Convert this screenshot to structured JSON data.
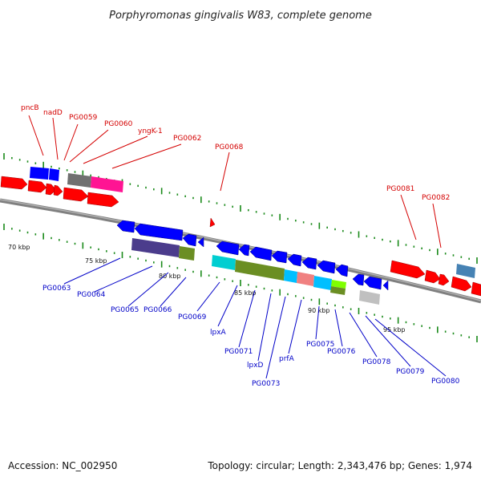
{
  "title": "Porphyromonas gingivalis W83, complete genome",
  "accession": "Accession: NC_002950",
  "topology": "Topology: circular; Length: 2,343,476 bp; Genes: 1,974",
  "colors": {
    "forward": "#ff0000",
    "reverse": "#0000ff",
    "backbone": "#808080",
    "label_red": "#d40000",
    "label_blue": "#0000c8",
    "tick": "#1a8a1a",
    "cog_gray": "#707070",
    "cog_pink": "#ff1493",
    "cog_purple": "#4b3c8c",
    "cog_olive": "#6b8e23",
    "cog_cyan": "#00ced1",
    "cog_sky": "#00bfff",
    "cog_salmon": "#f08080",
    "cog_lime": "#7fff00",
    "cog_silver": "#c0c0c0",
    "cog_steel": "#4682b4"
  },
  "kbp_labels": [
    "70 kbp",
    "75 kbp",
    "80 kbp",
    "85 kbp",
    "90 kbp",
    "95 kbp"
  ],
  "forward_labels": [
    "pncB",
    "nadD",
    "PG0059",
    "PG0060",
    "yngK-1",
    "PG0062",
    "PG0068",
    "PG0081",
    "PG0082"
  ],
  "reverse_labels": [
    "PG0063",
    "PG0064",
    "PG0065",
    "PG0066",
    "PG0069",
    "lpxA",
    "PG0071",
    "lpxD",
    "PG0073",
    "prfA",
    "PG0075",
    "PG0076",
    "PG0078",
    "PG0079",
    "PG0080"
  ]
}
